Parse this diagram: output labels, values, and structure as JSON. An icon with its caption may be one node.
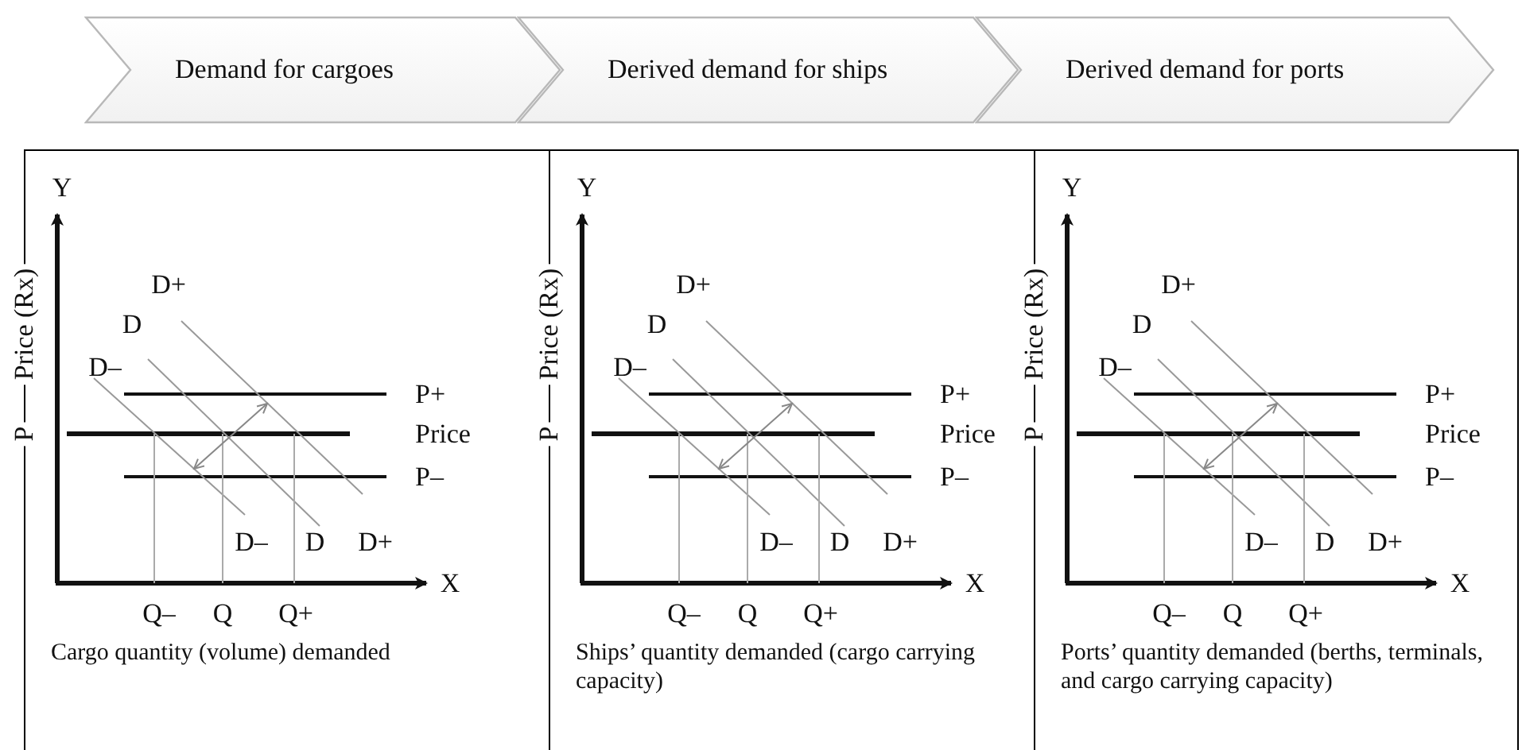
{
  "diagram": {
    "nodes": [
      {
        "text": [
          "Demand for cargoes"
        ]
      },
      {
        "text": [
          "Derived demand for ships"
        ]
      },
      {
        "text": [
          "Derived demand for ports"
        ]
      },
      {
        "text": [
          "Cargo quantity (volume) demanded"
        ]
      },
      {
        "text": [
          "Ships’ quantity demanded (cargo carrying capacity)"
        ]
      },
      {
        "text": [
          "Ports’ quantity demanded (berths, terminals, and cargo carrying capacity)"
        ]
      }
    ],
    "edges": [],
    "labels": [
      "Y",
      "Price (Rx)",
      "P",
      "D+",
      "D",
      "D–",
      "P+",
      "Price",
      "P–",
      "D–",
      "D",
      "D+",
      "X",
      "Q–",
      "Q",
      "Q+",
      "Y",
      "Price (Rx)",
      "P",
      "D+",
      "D",
      "D–",
      "P+",
      "Price",
      "P–",
      "D–",
      "D",
      "D+",
      "X",
      "Q–",
      "Q",
      "Q+",
      "Y",
      "Price (Rx)",
      "P",
      "D+",
      "D",
      "D–",
      "P+",
      "Price",
      "P–",
      "D–",
      "D",
      "D+",
      "X",
      "Q–",
      "Q",
      "Q+"
    ]
  }
}
